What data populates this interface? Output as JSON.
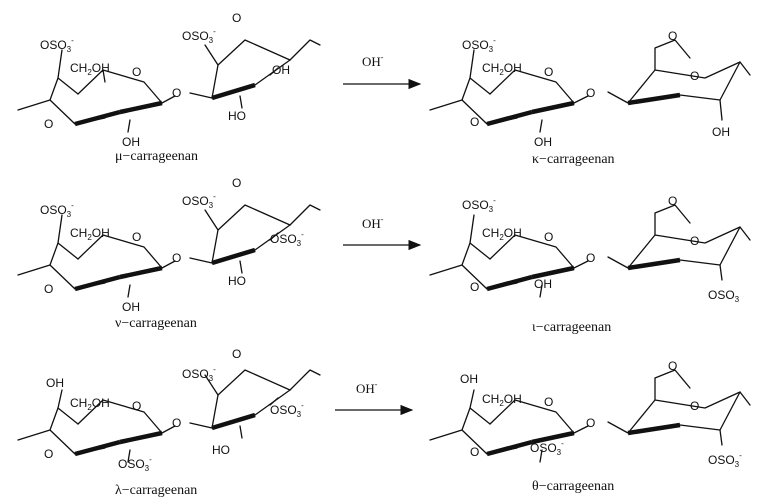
{
  "reagent": "OH",
  "reagent_sup": "-",
  "atoms": {
    "oso3": "OSO",
    "oso3_sub": "3",
    "oso3_sup": "-",
    "ch2oh_a": "CH",
    "ch2oh_sub": "2",
    "ch2oh_b": "OH",
    "o": "O",
    "oh": "OH",
    "ho": "HO"
  },
  "rows": [
    {
      "reactant": "μ−carrageenan",
      "product": "κ−carrageenan"
    },
    {
      "reactant": "ν−carrageenan",
      "product": "ι−carrageenan"
    },
    {
      "reactant": "λ−carrageenan",
      "product": "θ−carrageenan"
    }
  ]
}
